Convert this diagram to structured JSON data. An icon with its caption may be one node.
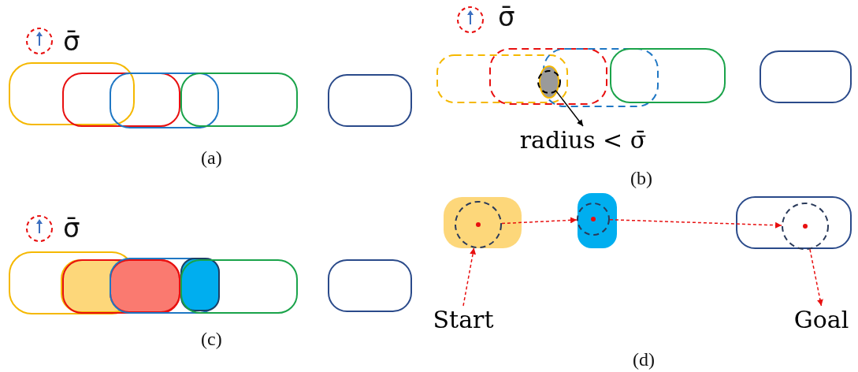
{
  "diagram": {
    "nodes": [
      {
        "text": [
          "radius < σ̄"
        ]
      },
      {
        "text": [],
        "shape": "circle"
      },
      {
        "text": [
          "Start"
        ]
      },
      {
        "text": [],
        "shape": "circle"
      },
      {
        "text": [],
        "shape": "circle"
      },
      {
        "text": [],
        "shape": "circle"
      },
      {
        "text": [
          "Goal"
        ]
      }
    ],
    "edges": [
      {
        "from": 1,
        "to": 0,
        "arrow": "to",
        "color": "#000000"
      },
      {
        "from": 2,
        "to": 3,
        "arrow": "to",
        "style": "dashed"
      },
      {
        "from": 3,
        "to": 4,
        "arrow": "to",
        "style": "dashed"
      },
      {
        "from": 4,
        "to": 5,
        "arrow": "to",
        "style": "dashed"
      },
      {
        "from": 5,
        "to": 6,
        "arrow": "to",
        "style": "dashed"
      }
    ],
    "labels": [
      "σ̄",
      "σ̄",
      "(a)",
      "(b)",
      "σ̄",
      "(c)",
      "(d)"
    ]
  }
}
